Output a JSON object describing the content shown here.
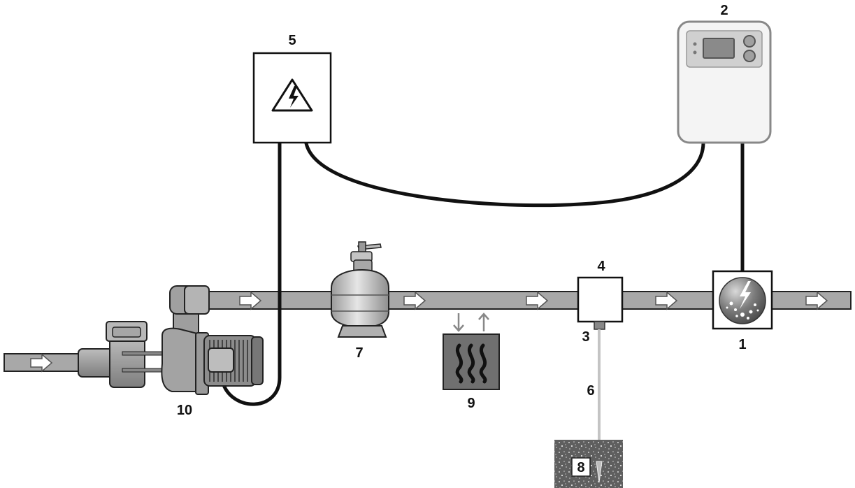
{
  "diagram": {
    "labels": {
      "electrolysis_cell": "1",
      "control_box": "2",
      "probe_port": "3",
      "probe_holder": "4",
      "electrical_panel": "5",
      "grounding_cable": "6",
      "sand_filter": "7",
      "ground_spike": "8",
      "heat_exchanger": "9",
      "pump": "10"
    },
    "colors": {
      "pipe_fill": "#a8a8a8",
      "pipe_stroke": "#222222",
      "cable": "#111111",
      "heater_fill": "#707070",
      "ground_fill": "#5f5f5f",
      "cell_sphere": "#6a6a6a",
      "control_body": "#f4f4f4"
    },
    "icons": {
      "flow": "right-arrow-icon",
      "hazard": "high-voltage-warning-icon",
      "heat": "heat-waves-icon",
      "cell": "electrolysis-bolt-icon"
    }
  }
}
